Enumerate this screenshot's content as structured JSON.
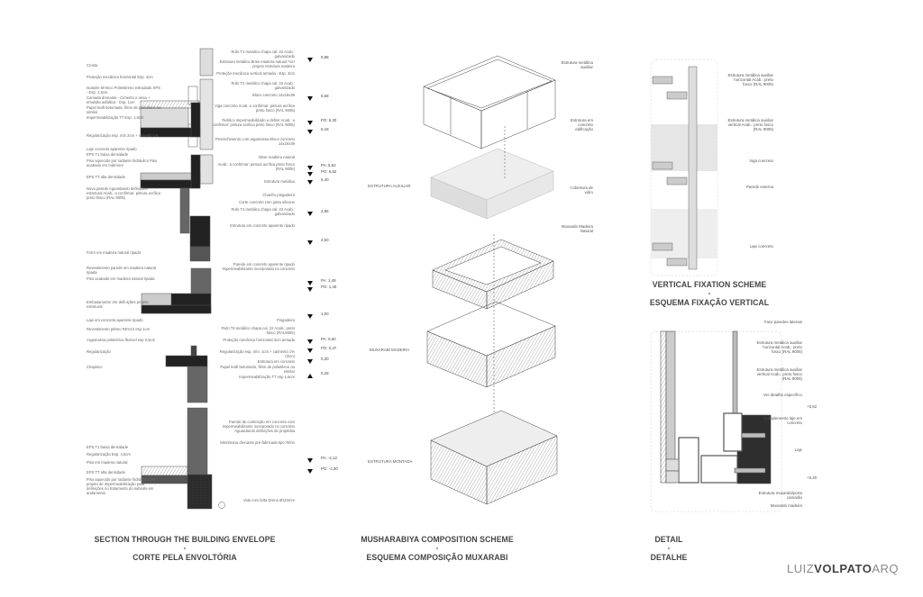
{
  "section": {
    "title_en": "SECTION THROUGH THE BUILDING ENVELOPE",
    "title_pt": "CORTE PELA ENVOLTÓRIA",
    "left_labels": [
      "Crosta",
      "Proteção mecânica horizontal Esp. 4cm",
      "Isolante térmico Poliestireno extrudado XPS - Esp. 2,5cm",
      "Camada drenante - Cimento e areia + emulsão asfáltica - Esp. 1cm",
      "Papel kraft betumado, filme de polietileno ou similar",
      "Impermeabilização TT Esp. 1,5cm",
      "Regularização esp. mín 2cm + cimento 1%",
      "Laje concreto aparente ripado",
      "EPS T1 baixa densidade",
      "Piso aquecido por radiante hidráulico Piso acabado em mármore",
      "EPS TT alta densidade",
      "Nova parede Aguardando definições estrutural Acab.: a confirmar: pintura acrílica preto fosco (RAL 9005)",
      "Forro em madeira natural ripado",
      "Revestimento parede em madeira natural ripada",
      "Piso acabado em madeira natural ripada",
      "Embasamento Ver definições projeto estrutural",
      "Laje em concreto aparente ripado",
      "Revestimento pétreo REV13 esp 1cm",
      "Argamassa polimérica flexível esp 0,5cm",
      "Regularização",
      "Chapisco",
      "EPS T1 baixa densidade",
      "Regularização Esp. 4,5cm",
      "Piso em madeira natural",
      "EPS TT alta densidade",
      "Piso aquecido por radiante hidráulico Ver projeto de impermeabilização para definições no tratamento do subsolo em andamento"
    ],
    "right_labels": [
      "Rufo T1 metálico chapa cal. 22 Acab.: galvanizado",
      "Estrutura metálica Brise madeira natural *ver projeto estrutura madeira",
      "Proteção mecânica vertical armada - Esp. 3cm",
      "Rufo T2 metálico chapa cal. 22 Acab.: galvanizado",
      "Bloco concreto 14x19x39",
      "Viga concreto Acab. a confirmar: pintura acrílica preto fosco (RAL 9005)",
      "Rebôco impermeabilizado a definir Acab.: a confirmar: pintura acrílica preto fosco (RAL 9005)",
      "Preenchimento com argamassa Bloco concreto 14x19x39",
      "Brise madeira natural",
      "Acab.: a confirmar: pintura acrílica preto fosco (RAL 9005)",
      "Estrutura metálica",
      "Chanfro pingadeira",
      "Corte concreto com junta silicone",
      "Rufo T4 metálico chapa cal. 22 Acab.: galvanizado",
      "Estrutura em concreto aparente ripado",
      "Parede em concreto aparente ripado Impermeabilizante incorporado no concreto",
      "Pingadeira",
      "Rufo T6 metálico chapa cal. 22 Acab.: preto fosco (RAL9005)",
      "Proteção mecânica horizontal 3cm armada",
      "Regularização esp. mín. 1cm + caimento 1% (3cm)",
      "Estrutura em concreto",
      "Papel kraft betumado, filme de polietileno ou similar",
      "Impermeabilização TT esp 1,5cm",
      "Parede de contenção em concreto com impermeabilizante incorporado no concreto Aguardando definições de projetista",
      "Membrana drenante pré-fabricada tipo Tefon",
      "Vala com brita Dreno Ø110mm"
    ],
    "levels": [
      "9,88",
      "6,68",
      "PO: 6,30",
      "6,18",
      "PA: 5,62",
      "PO: 5,52",
      "5,40",
      "4,85",
      "4,50",
      "PA: 1,49",
      "PO: 1,40",
      "1,00",
      "PA: 0,60",
      "PO: 0,47",
      "0,30",
      "0,28",
      "PA: -2,12",
      "PO: -2,30"
    ]
  },
  "composition": {
    "title_en": "MUSHARABIYA COMPOSITION SCHEME",
    "title_pt": "ESQUEMA COMPOSIÇÃO MUXARABI",
    "labels": {
      "aux_structure": "Estrutura metálica auxiliar",
      "concrete": "Estrutura em concreto edificação",
      "glass": "Cobertura de vidro",
      "wood": "Muxarabi Madeira Natural"
    },
    "stage_1": "ESTRUTURA AUXILIAR",
    "stage_2": "MUXARABI MADEIRA",
    "stage_3": "ESTRUTURA MONTADA"
  },
  "fixation": {
    "title_en": "VERTICAL FIXATION SCHEME",
    "title_pt": "ESQUEMA FIXAÇÃO VERTICAL",
    "labels": [
      "Estrutura metálica auxiliar horizontal Acab.: preto fosco (RAL 9005)",
      "Estrutura metálica auxiliar vertical Acab.: preto fosco (RAL 9005)",
      "Viga concreto",
      "Parede externa",
      "Laje concreto"
    ]
  },
  "detail": {
    "title_en": "DETAIL",
    "title_pt": "DETALHE",
    "labels": [
      "Face paredes laterais",
      "Estrutura metálica auxiliar horizontal Acab.: preto fosco (RAL 9005)",
      "Estrutura metálica auxiliar vertical Acab.: preto fosco (RAL 9005)",
      "Ver detalhe específico",
      "Complemento laje em concreto",
      "Laje",
      "Estrutura muxarabi/porta camarão",
      "Muxarabi madeira"
    ],
    "level_top": "+5,62",
    "level_bottom": "+5,40"
  },
  "separator": "-",
  "logo": {
    "part1": "LUIZ",
    "part2": "VOLPATO",
    "part3": "ARQ"
  }
}
